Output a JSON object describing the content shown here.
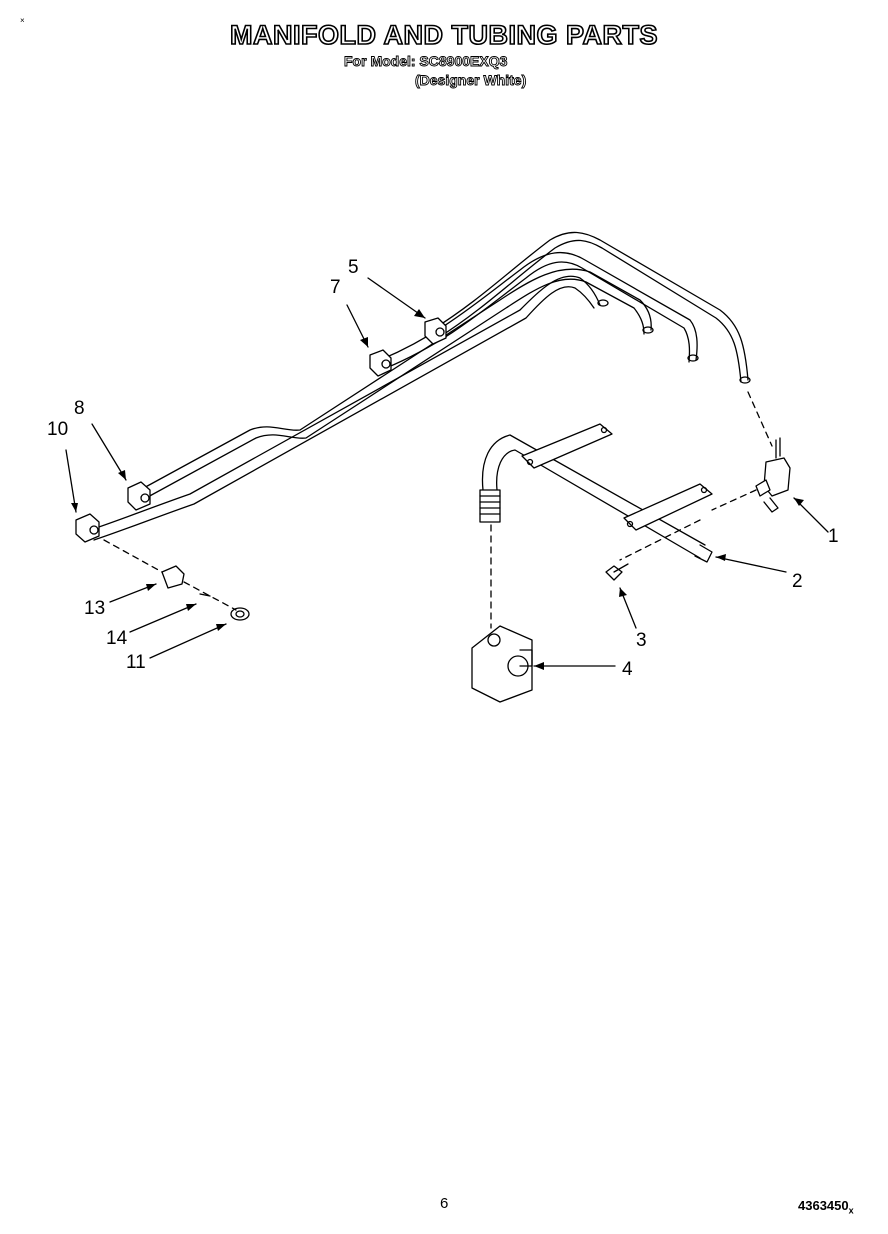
{
  "header": {
    "corner_mark": "×",
    "title": "MANIFOLD AND TUBING PARTS",
    "model_line": "For Model: SC8900EXQ3",
    "color_line": "(Designer White)"
  },
  "callouts": [
    "1",
    "2",
    "3",
    "4",
    "5",
    "7",
    "8",
    "10",
    "11",
    "13",
    "14"
  ],
  "footer": {
    "page_number": "6",
    "document_number": "4363450",
    "document_suffix": "x"
  }
}
